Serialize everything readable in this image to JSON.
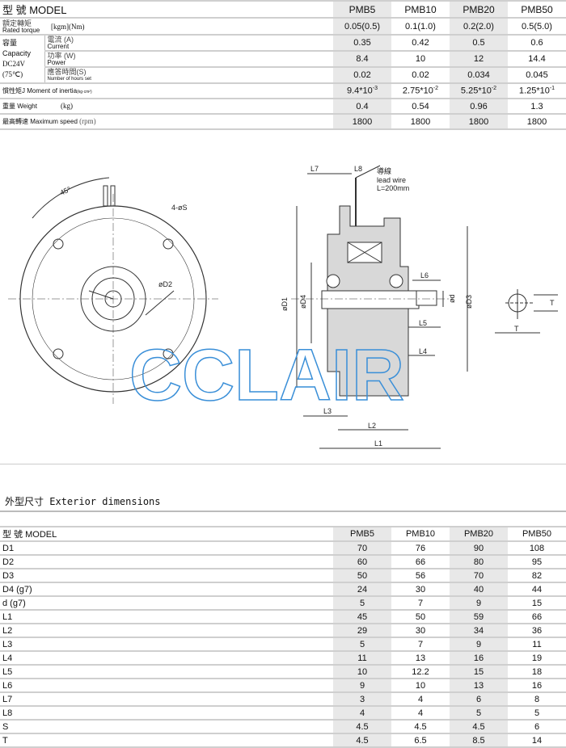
{
  "spec_table": {
    "header": {
      "label": "型 號 MODEL",
      "models": [
        "PMB5",
        "PMB10",
        "PMB20",
        "PMB50"
      ]
    },
    "rows": [
      {
        "label_cn": "額定轉矩",
        "label_en": "Rated torque",
        "unit": "[kgm](Nm)",
        "values": [
          "0.05(0.5)",
          "0.1(1.0)",
          "0.2(2.0)",
          "0.5(5.0)"
        ]
      },
      {
        "label_cn": "電流 (A)",
        "label_en": "Current",
        "values": [
          "0.35",
          "0.42",
          "0.5",
          "0.6"
        ]
      },
      {
        "label_cn": "功率 (W)",
        "label_en": "Power",
        "values": [
          "8.4",
          "10",
          "12",
          "14.4"
        ]
      },
      {
        "label_cn": "應答時間(S)",
        "label_en": "Number of hours set",
        "values": [
          "0.02",
          "0.02",
          "0.034",
          "0.045"
        ]
      },
      {
        "label": "慣性矩J  Moment of inertia",
        "unit": "(kg·cm²)",
        "values": [
          "9.4*10",
          "2.75*10",
          "5.25*10",
          "1.25*10"
        ],
        "exponents": [
          "-3",
          "-2",
          "-2",
          "-1"
        ]
      },
      {
        "label": "重量 Weight",
        "unit": "(kg)",
        "values": [
          "0.4",
          "0.54",
          "0.96",
          "1.3"
        ]
      },
      {
        "label": "最高轉速 Maximum speed",
        "unit": "(rpm)",
        "values": [
          "1800",
          "1800",
          "1800",
          "1800"
        ]
      }
    ],
    "capacity_group": {
      "cn": "容量",
      "en": "Capacity",
      "voltage": "DC24V",
      "temp": "(75℃)"
    }
  },
  "drawing": {
    "angle": "45°",
    "holes": "4-øS",
    "d2": "øD2",
    "d1": "øD1",
    "d4": "øD4",
    "d3": "øD3",
    "d": "ød",
    "l_labels": [
      "L1",
      "L2",
      "L3",
      "L4",
      "L5",
      "L6",
      "L7",
      "L8"
    ],
    "lead_wire_cn": "導線",
    "lead_wire_en": "lead wire",
    "lead_wire_len": "L=200mm",
    "t": "T",
    "watermark": "CCLAIR"
  },
  "section_title": "外型尺寸 Exterior dimensions",
  "dims_table": {
    "header": {
      "label": "型 號 MODEL",
      "models": [
        "PMB5",
        "PMB10",
        "PMB20",
        "PMB50"
      ]
    },
    "rows": [
      {
        "label": "D1",
        "values": [
          "70",
          "76",
          "90",
          "108"
        ]
      },
      {
        "label": "D2",
        "values": [
          "60",
          "66",
          "80",
          "95"
        ]
      },
      {
        "label": "D3",
        "values": [
          "50",
          "56",
          "70",
          "82"
        ]
      },
      {
        "label": "D4 (g7)",
        "values": [
          "24",
          "30",
          "40",
          "44"
        ]
      },
      {
        "label": "d  (g7)",
        "values": [
          "5",
          "7",
          "9",
          "15"
        ]
      },
      {
        "label": "L1",
        "values": [
          "45",
          "50",
          "59",
          "66"
        ]
      },
      {
        "label": "L2",
        "values": [
          "29",
          "30",
          "34",
          "36"
        ]
      },
      {
        "label": "L3",
        "values": [
          "5",
          "7",
          "9",
          "11"
        ]
      },
      {
        "label": "L4",
        "values": [
          "11",
          "13",
          "16",
          "19"
        ]
      },
      {
        "label": "L5",
        "values": [
          "10",
          "12.2",
          "15",
          "18"
        ]
      },
      {
        "label": "L6",
        "values": [
          "9",
          "10",
          "13",
          "16"
        ]
      },
      {
        "label": "L7",
        "values": [
          "3",
          "4",
          "6",
          "8"
        ]
      },
      {
        "label": "L8",
        "values": [
          "4",
          "4",
          "5",
          "5"
        ]
      },
      {
        "label": "S",
        "values": [
          "4.5",
          "4.5",
          "4.5",
          "6"
        ]
      },
      {
        "label": "T",
        "values": [
          "4.5",
          "6.5",
          "8.5",
          "14"
        ]
      }
    ]
  }
}
